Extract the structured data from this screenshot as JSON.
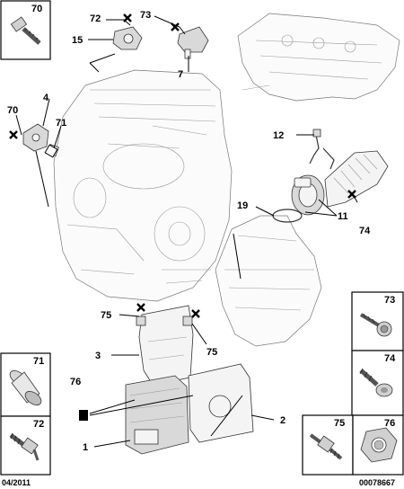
{
  "callouts": {
    "c1": "1",
    "c2": "2",
    "c3": "3",
    "c4": "4",
    "c7": "7",
    "c11": "11",
    "c12": "12",
    "c15": "15",
    "c19": "19",
    "c70": "70",
    "c71": "71",
    "c72": "72",
    "c73": "73",
    "c74": "74",
    "c75a": "75",
    "c75b": "75",
    "c76": "76"
  },
  "parts_boxes": {
    "b70": "70",
    "b71": "71",
    "b72": "72",
    "b73": "73",
    "b74": "74",
    "b75": "75",
    "b76": "76"
  },
  "footer": {
    "date": "04/2011",
    "ref": "00078667"
  }
}
